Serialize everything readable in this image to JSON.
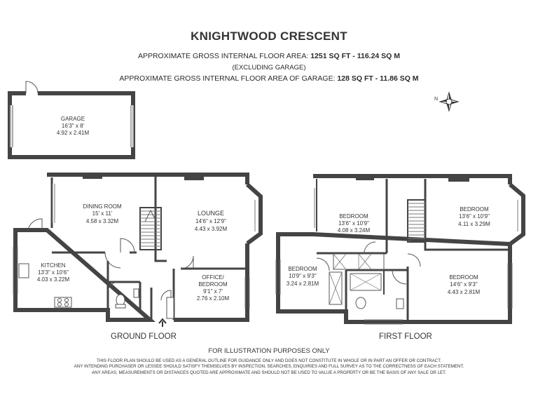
{
  "header": {
    "title": "KNIGHTWOOD CRESCENT",
    "area_label": "APPROXIMATE GROSS INTERNAL FLOOR AREA:",
    "area_value": "1251 SQ FT  -  116.24 SQ M",
    "excluding": "(EXCLUDING GARAGE)",
    "garage_label": "APPROXIMATE GROSS INTERNAL FLOOR AREA OF GARAGE:",
    "garage_value": "128 SQ FT  -  11.86 SQ M"
  },
  "compass": {
    "label": "N"
  },
  "garage": {
    "name": "GARAGE",
    "imperial": "16'3\" x 8'",
    "metric": "4.92 x 2.41M"
  },
  "ground_floor": {
    "label": "GROUND FLOOR",
    "dining": {
      "name": "DINING ROOM",
      "imperial": "15' x 11'",
      "metric": "4.58 x 3.32M"
    },
    "lounge": {
      "name": "LOUNGE",
      "imperial": "14'6\" x 12'9\"",
      "metric": "4.43 x 3.92M"
    },
    "kitchen": {
      "name": "KITCHEN",
      "imperial": "13'3\" x 10'6\"",
      "metric": "4.03 x 3.22M"
    },
    "office": {
      "name1": "OFFICE/",
      "name2": "BEDROOM",
      "imperial": "9'1\" x 7'",
      "metric": "2.76 x 2.10M"
    }
  },
  "first_floor": {
    "label": "FIRST FLOOR",
    "bedroom_a": {
      "name": "BEDROOM",
      "imperial": "13'6\" x 10'9\"",
      "metric": "4.08 x 3.24M"
    },
    "bedroom_b": {
      "name": "BEDROOM",
      "imperial": "13'6\" x 10'9\"",
      "metric": "4.11 x 3.29M"
    },
    "bedroom_c": {
      "name": "BEDROOM",
      "imperial": "10'9\" x 9'3\"",
      "metric": "3.24 x 2.81M"
    },
    "bedroom_d": {
      "name": "BEDROOM",
      "imperial": "14'6\" x 9'3\"",
      "metric": "4.43 x 2.81M"
    }
  },
  "footer": {
    "illustration": "FOR ILLUSTRATION PURPOSES ONLY",
    "disclaimer1": "THIS FLOOR PLAN SHOULD BE USED AS A GENERAL OUTLINE FOR GUIDANCE ONLY AND DOES NOT CONSTITUTE IN WHOLE OR IN PART AN OFFER OR CONTRACT.",
    "disclaimer2": "ANY INTENDING PURCHASER OR LESSEE SHOULD SATISFY THEMSELVES BY INSPECTION, SEARCHES, ENQUIRIES AND FULL SURVEY AS TO THE CORRECTNESS OF EACH STATEMENT.",
    "disclaimer3": "ANY AREAS, MEASUREMENTS OR DISTANCES QUOTED ARE APPROXIMATE AND SHOULD NOT BE USED TO VALUE A PROPERTY OR BE THE BASIS OF ANY SALE OR LET."
  }
}
